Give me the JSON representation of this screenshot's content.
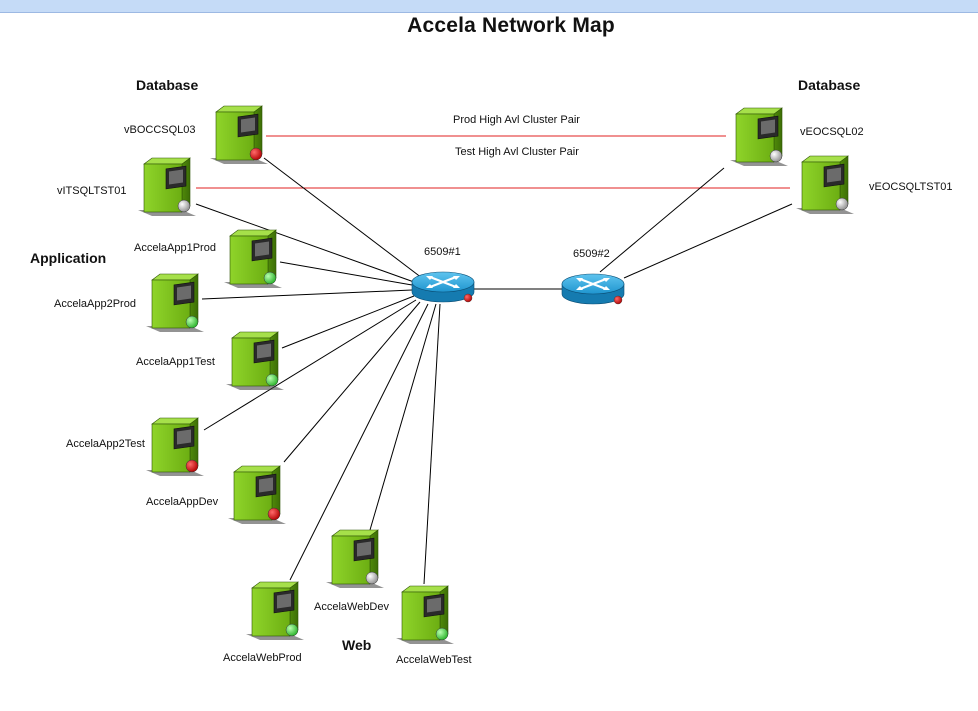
{
  "title": "Accela Network Map",
  "sections": {
    "database_left": "Database",
    "database_right": "Database",
    "application": "Application",
    "web": "Web"
  },
  "routers": {
    "r1": "6509#1",
    "r2": "6509#2"
  },
  "servers": {
    "vboccsql03": "vBOCCSQL03",
    "vitsqltst01": "vITSQLTST01",
    "veocsql02": "vEOCSQL02",
    "veocsqltst01": "vEOCSQLTST01",
    "app1prod": "AccelaApp1Prod",
    "app2prod": "AccelaApp2Prod",
    "app1test": "AccelaApp1Test",
    "app2test": "AccelaApp2Test",
    "appdev": "AccelaAppDev",
    "webdev": "AccelaWebDev",
    "webprod": "AccelaWebProd",
    "webtest": "AccelaWebTest"
  },
  "links": {
    "prod_pair": "Prod High Avl Cluster Pair",
    "test_pair": "Test High Avl Cluster Pair"
  },
  "colors": {
    "server_body": "#7cc11a",
    "status_red": "#cc1111",
    "status_green": "#33cc33",
    "status_gray": "#c8c8c8",
    "router": "#1f95cf",
    "cluster_link": "#e02020"
  }
}
